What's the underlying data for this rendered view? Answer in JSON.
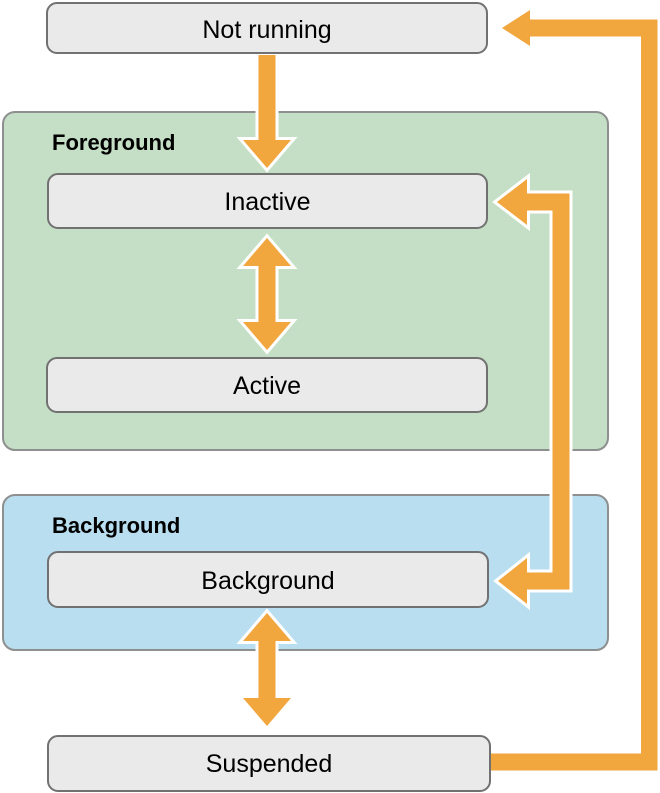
{
  "diagram": {
    "states": {
      "not_running": "Not running",
      "inactive": "Inactive",
      "active": "Active",
      "background": "Background",
      "suspended": "Suspended"
    },
    "sections": {
      "foreground": "Foreground",
      "background": "Background"
    },
    "transitions": [
      {
        "from": "Not running",
        "to": "Inactive",
        "bidirectional": false
      },
      {
        "from": "Inactive",
        "to": "Active",
        "bidirectional": true
      },
      {
        "from": "Inactive",
        "to": "Background",
        "bidirectional": true
      },
      {
        "from": "Background",
        "to": "Suspended",
        "bidirectional": true
      },
      {
        "from": "Suspended",
        "to": "Not running",
        "bidirectional": false
      }
    ]
  },
  "colors": {
    "arrow-orange": "#F2A63E",
    "arrow-outline": "#FFFFFF",
    "foreground-fill": "#C4DFC5",
    "background-fill": "#B8DEEF",
    "state-fill": "#E9EAE9",
    "state-border": "#717171",
    "container-border": "#8E8F8F",
    "label-text": "#000000",
    "page-bg": "#FFFFFF"
  }
}
